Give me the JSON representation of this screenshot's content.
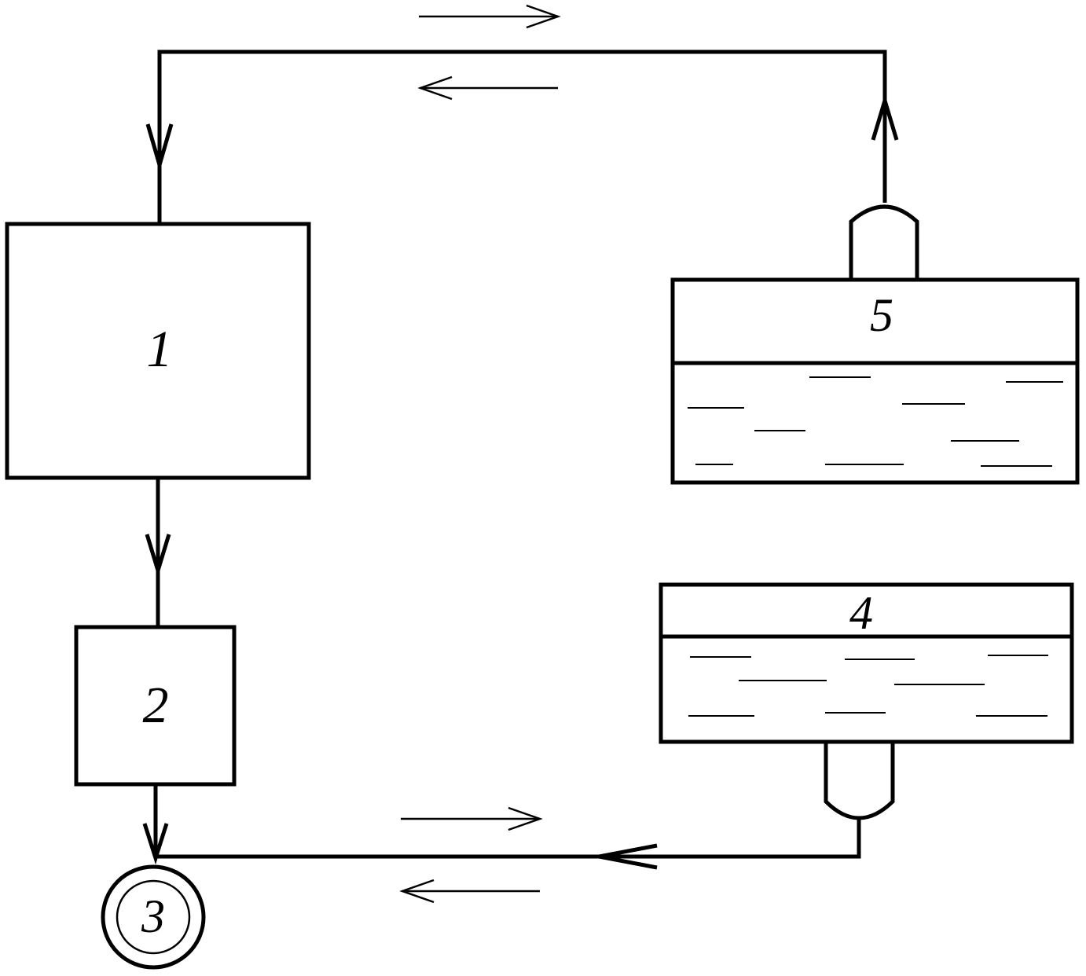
{
  "labels": {
    "block1": "1",
    "block2": "2",
    "pump": "3",
    "tank_lower": "4",
    "tank_upper": "5"
  }
}
